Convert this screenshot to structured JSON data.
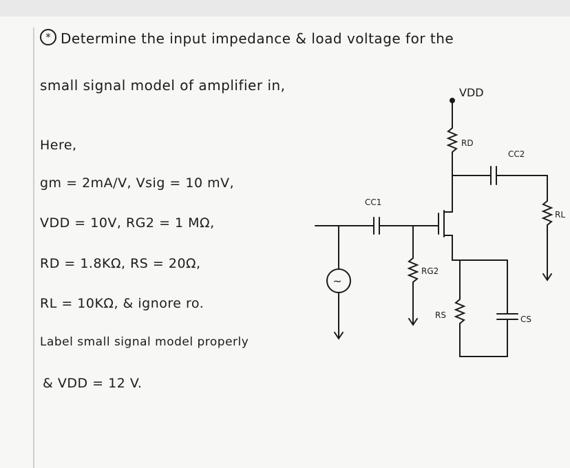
{
  "question": {
    "marker": "*",
    "line1": "Determine the input impedance & load voltage for the",
    "line2": "small signal model of amplifier in,"
  },
  "given": {
    "heading": "Here,",
    "gm": "gm = 2mA/V,  Vsig = 10 mV,",
    "vdd_rg2": "VDD = 10V,  RG2 = 1 MΩ,",
    "rd_rs": "RD = 1.8KΩ, RS = 20Ω,",
    "rl": "RL = 10KΩ, & ignore ro.",
    "label": "Label small signal model properly",
    "vdd2": "& VDD = 12 V."
  },
  "circuit": {
    "vdd": "VDD",
    "rd": "RD",
    "cc2": "CC2",
    "cc1": "CC1",
    "rl": "RL",
    "rg2": "RG2",
    "rs": "RS",
    "cs": "CS",
    "source_symbol": "~"
  }
}
